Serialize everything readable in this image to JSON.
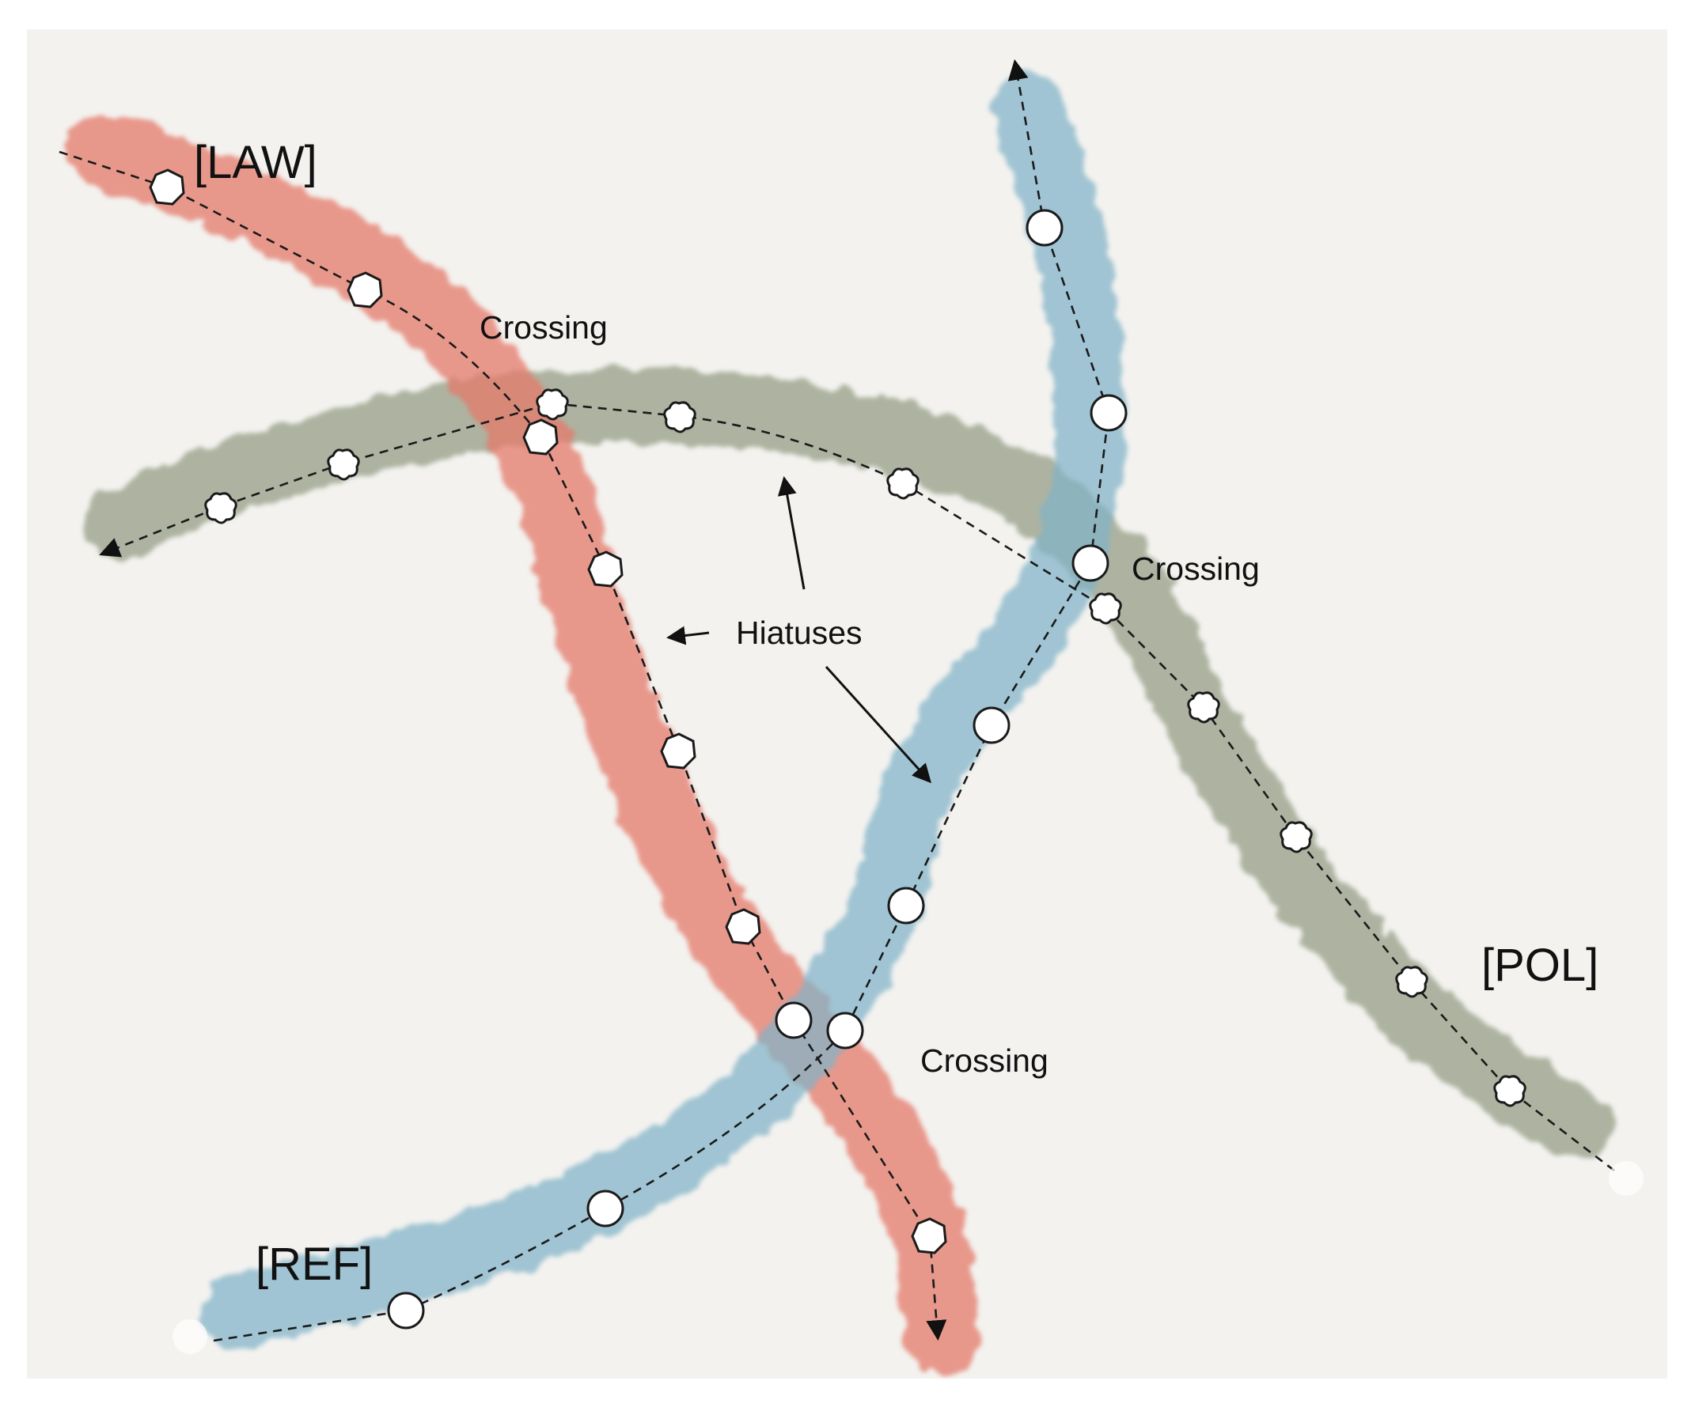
{
  "labels": {
    "law": "[LAW]",
    "pol": "[POL]",
    "ref": "[REF]",
    "crossing_top": "Crossing",
    "crossing_right": "Crossing",
    "crossing_bottom": "Crossing",
    "hiatuses": "Hiatuses"
  },
  "colors": {
    "background": "#f3f2ef",
    "law_band": "#f08070",
    "pol_band": "#9aa48a",
    "ref_band": "#86bcd6",
    "node_fill": "#ffffff",
    "line": "#1a1a1a"
  }
}
